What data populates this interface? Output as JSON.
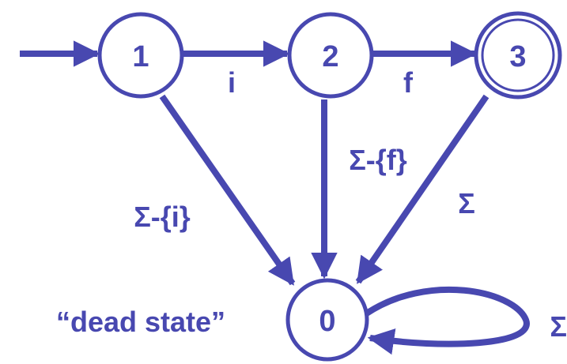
{
  "colors": {
    "primary": "#4848b0",
    "text": "#4848b0",
    "background": "#ffffff"
  },
  "states": [
    {
      "id": "1",
      "label": "1",
      "accepting": false
    },
    {
      "id": "2",
      "label": "2",
      "accepting": false
    },
    {
      "id": "3",
      "label": "3",
      "accepting": true
    },
    {
      "id": "0",
      "label": "0",
      "accepting": false
    }
  ],
  "transitions": [
    {
      "from": "start",
      "to": "1",
      "label": ""
    },
    {
      "from": "1",
      "to": "2",
      "label": "i"
    },
    {
      "from": "2",
      "to": "3",
      "label": "f"
    },
    {
      "from": "1",
      "to": "0",
      "label": "Σ-{i}"
    },
    {
      "from": "2",
      "to": "0",
      "label": "Σ-{f}"
    },
    {
      "from": "3",
      "to": "0",
      "label": "Σ"
    },
    {
      "from": "0",
      "to": "0",
      "label": "Σ"
    }
  ],
  "annotations": {
    "dead_state": "“dead state”"
  }
}
